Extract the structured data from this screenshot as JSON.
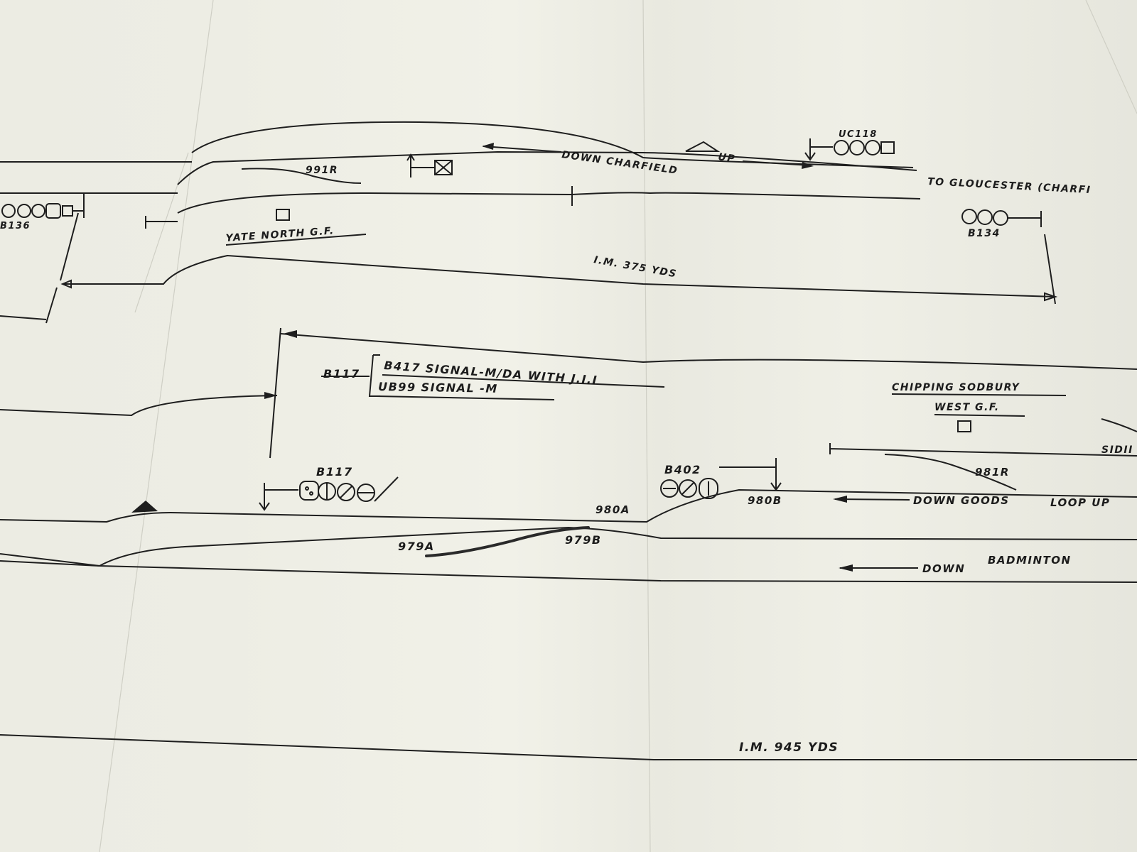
{
  "diagram": {
    "labels": {
      "down_charfield": "DOWN CHARFIELD",
      "up_charfield": "UP",
      "uc118": "UC118",
      "to_gloucester": "TO GLOUCESTER (CHARFI",
      "b136": "B136",
      "b134": "B134",
      "p991r": "991R",
      "yate_north_gf": "YATE NORTH G.F.",
      "dist_375": "I.M. 375 YDS",
      "b117_ref": "B117",
      "b417_signal": "B417 SIGNAL-M/DA WITH J.I.I",
      "ub99_signal": "UB99 SIGNAL -M",
      "chipping_sodbury": "CHIPPING SODBURY",
      "west_gf": "WEST G.F.",
      "sidings": "SIDII",
      "b117_signal": "B117",
      "b402": "B402",
      "p981r": "981R",
      "p980a": "980A",
      "p980b": "980B",
      "down_goods": "DOWN GOODS",
      "loop_up": "LOOP UP",
      "p979a": "979A",
      "p979b": "979B",
      "down_badminton": "DOWN",
      "badminton": "BADMINTON",
      "dist_945": "I.M. 945 YDS"
    }
  }
}
